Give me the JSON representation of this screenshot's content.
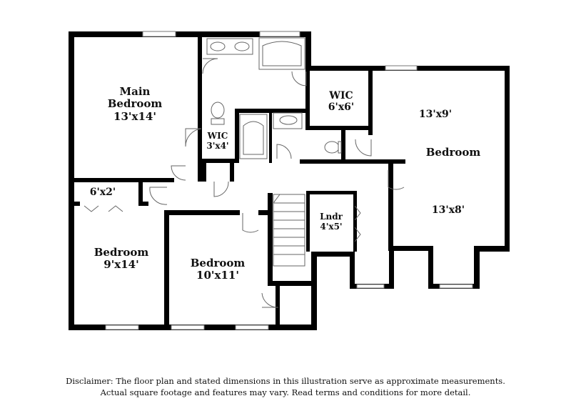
{
  "rooms": {
    "main_bedroom": {
      "name1": "Main",
      "name2": "Bedroom",
      "dims": "13'x14'"
    },
    "wic_main": {
      "name": "WIC",
      "dims": "6'x6'"
    },
    "wic_small": {
      "name": "WIC",
      "dims": "3'x4'"
    },
    "closet": {
      "dims": "6'x2'"
    },
    "bedroom_right": {
      "upper_dims": "13'x9'",
      "name": "Bedroom",
      "lower_dims": "13'x8'"
    },
    "laundry": {
      "name": "Lndr",
      "dims": "4'x5'"
    },
    "bedroom_left": {
      "name": "Bedroom",
      "dims": "9'x14'"
    },
    "bedroom_center": {
      "name": "Bedroom",
      "dims": "10'x11'"
    }
  },
  "disclaimer": {
    "line1": "Disclaimer: The floor plan and stated dimensions in this illustration serve as approximate measurements.",
    "line2": "Actual square footage and features may vary. Read terms and conditions for more detail."
  }
}
